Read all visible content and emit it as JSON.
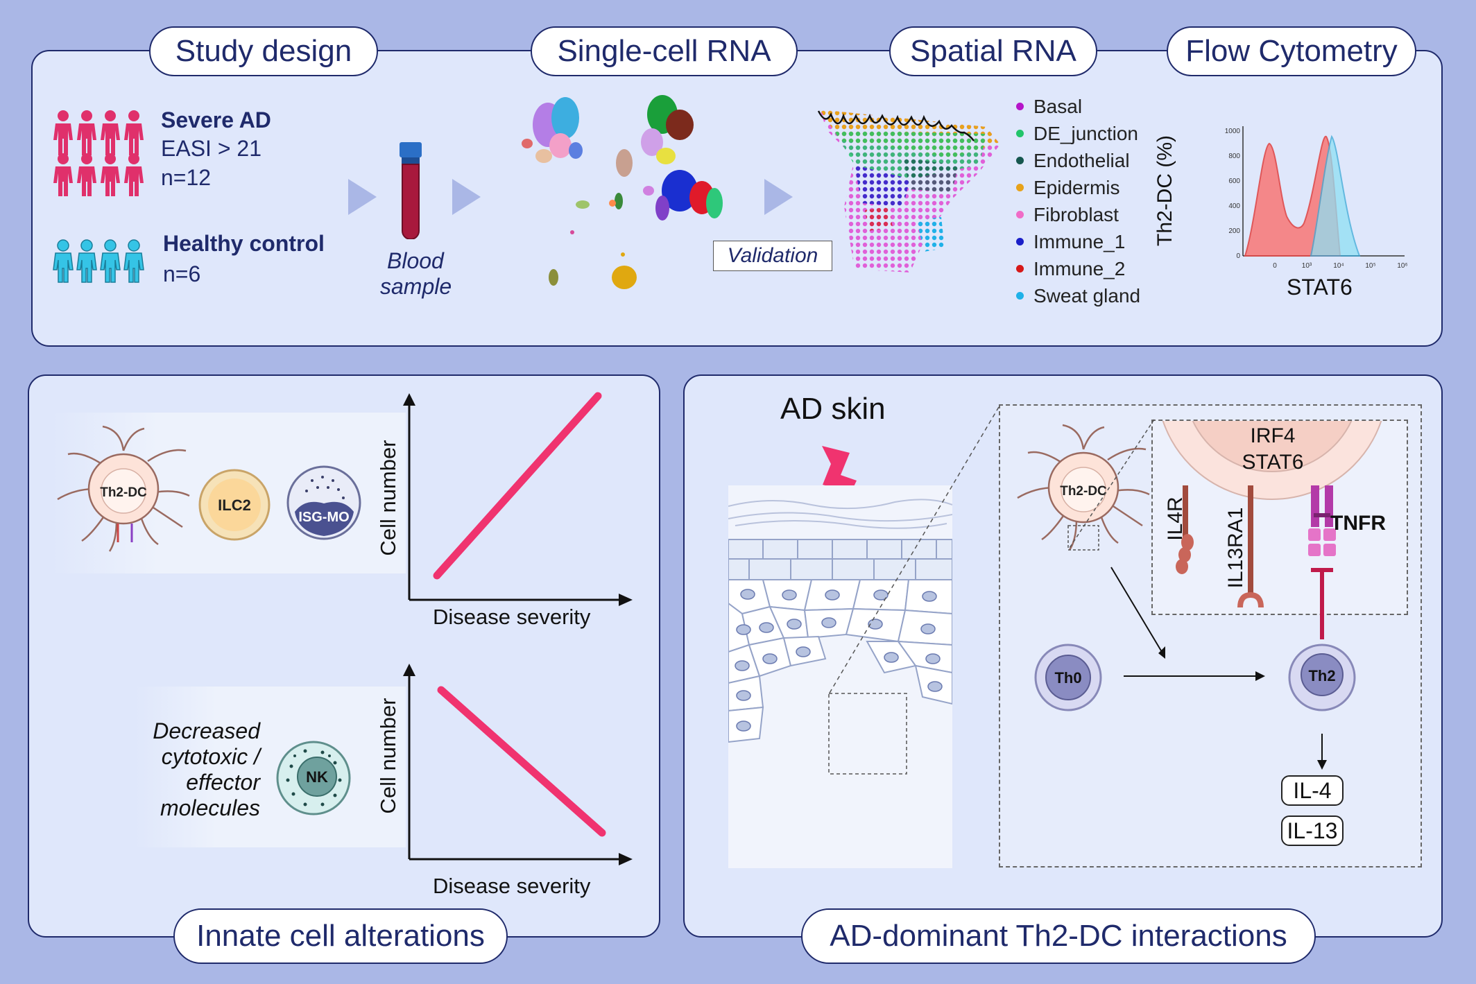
{
  "top": {
    "pills": {
      "study_design": "Study design",
      "single_cell": "Single-cell RNA",
      "spatial": "Spatial RNA",
      "flow": "Flow Cytometry"
    },
    "severe": {
      "title": "Severe AD",
      "easi": "EASI > 21",
      "n": "n=12"
    },
    "healthy": {
      "title": "Healthy control",
      "n": "n=6"
    },
    "blood": {
      "line1": "Blood",
      "line2": "sample"
    },
    "validation": "Validation",
    "legend": [
      {
        "label": "Basal",
        "color": "#b515c9"
      },
      {
        "label": "DE_junction",
        "color": "#22c46a"
      },
      {
        "label": "Endothelial",
        "color": "#16574f"
      },
      {
        "label": "Epidermis",
        "color": "#e7a21a"
      },
      {
        "label": "Fibroblast",
        "color": "#f06cc7"
      },
      {
        "label": "Immune_1",
        "color": "#1a1fc8"
      },
      {
        "label": "Immune_2",
        "color": "#d61818"
      },
      {
        "label": "Sweat gland",
        "color": "#1fb1e8"
      }
    ],
    "flow_plot": {
      "ylabel": "Th2-DC (%)",
      "xlabel": "STAT6",
      "yticks": [
        "0",
        "200",
        "400",
        "600",
        "800",
        "1000"
      ],
      "xticks": [
        "0",
        "10³",
        "10⁴",
        "10⁵",
        "10⁶"
      ]
    }
  },
  "left": {
    "pill": "Innate cell alterations",
    "cells": {
      "th2dc": "Th2-DC",
      "ilc2": "ILC2",
      "isgmo": "ISG-MO",
      "nk": "NK"
    },
    "chart1": {
      "ylabel": "Cell number",
      "xlabel": "Disease severity"
    },
    "chart2": {
      "ylabel": "Cell number",
      "xlabel": "Disease severity"
    },
    "decreased": [
      "Decreased",
      "cytotoxic /",
      "effector",
      "molecules"
    ]
  },
  "right": {
    "pill": "AD-dominant Th2-DC interactions",
    "ad_skin": "AD skin",
    "irf4": "IRF4",
    "stat6": "STAT6",
    "il4r": "IL4R",
    "il13ra1": "IL13RA1",
    "tnfr": "TNFR",
    "th2dc": "Th2-DC",
    "th0": "Th0",
    "th2": "Th2",
    "il4": "IL-4",
    "il13": "IL-13"
  },
  "colors": {
    "navy": "#1f2a6b",
    "pink": "#f0336f",
    "panel": "#dfe7fb",
    "background": "#aab7e6"
  }
}
